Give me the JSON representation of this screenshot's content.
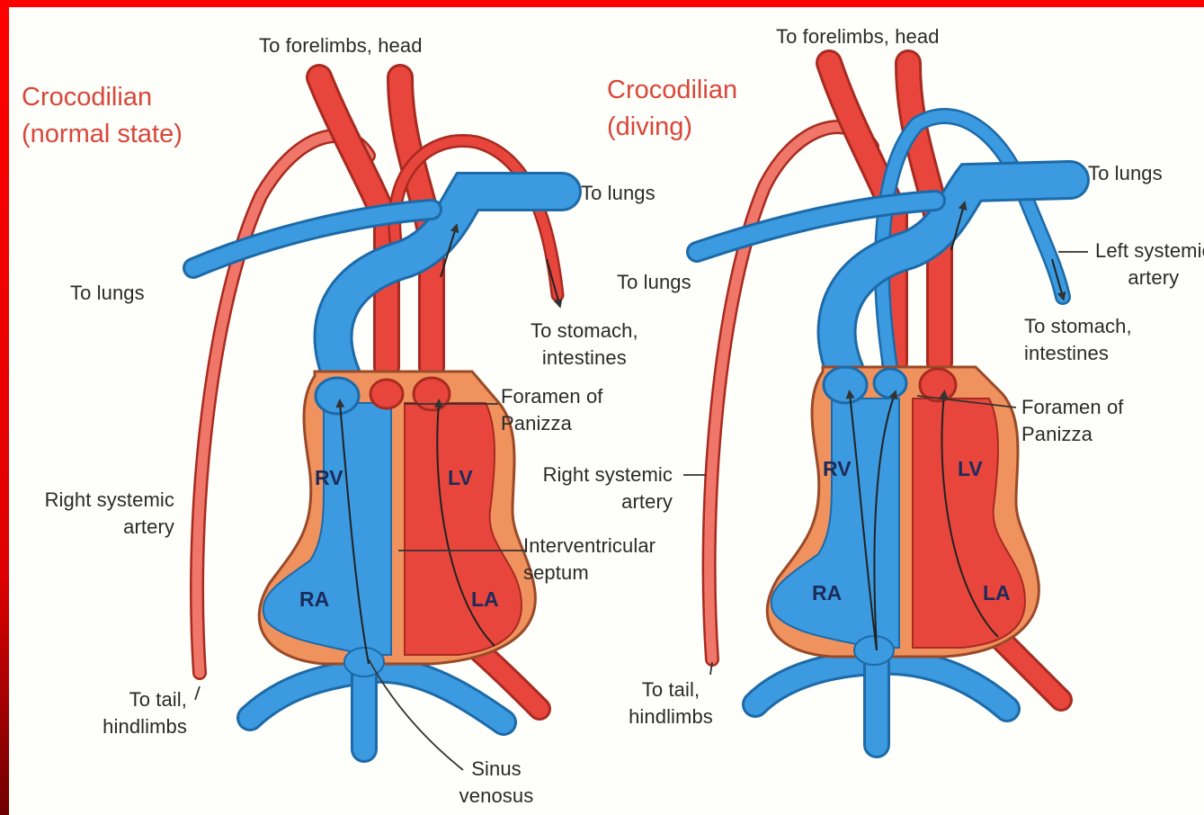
{
  "colors": {
    "frame": "#ff0000",
    "title": "#d8473a",
    "artery_red": "#e8463c",
    "vein_blue": "#3b9ae0",
    "heart_wall": "#f0925e"
  },
  "left": {
    "title": "Crocodilian\n(normal state)",
    "labels": {
      "forelimbs": "To forelimbs, head",
      "lungs_right": "To lungs",
      "lungs_left": "To lungs",
      "stomach": "To stomach,\nintestines",
      "foramen": "Foramen of\nPanizza",
      "right_systemic": "Right systemic\nartery",
      "interventricular": "Interventricular\nseptum",
      "tail": "To tail,\nhindlimbs",
      "sinus": "Sinus\nvenosus"
    },
    "chambers": {
      "rv": "RV",
      "lv": "LV",
      "ra": "RA",
      "la": "LA"
    }
  },
  "right": {
    "title": "Crocodilian\n(diving)",
    "labels": {
      "forelimbs": "To forelimbs, head",
      "lungs_right": "To lungs",
      "lungs_left": "To lungs",
      "left_systemic": "Left systemic\nartery",
      "stomach": "To stomach,\nintestines",
      "foramen": "Foramen of\nPanizza",
      "right_systemic": "Right systemic\nartery",
      "tail": "To tail,\nhindlimbs"
    },
    "chambers": {
      "rv": "RV",
      "lv": "LV",
      "ra": "RA",
      "la": "LA"
    }
  }
}
